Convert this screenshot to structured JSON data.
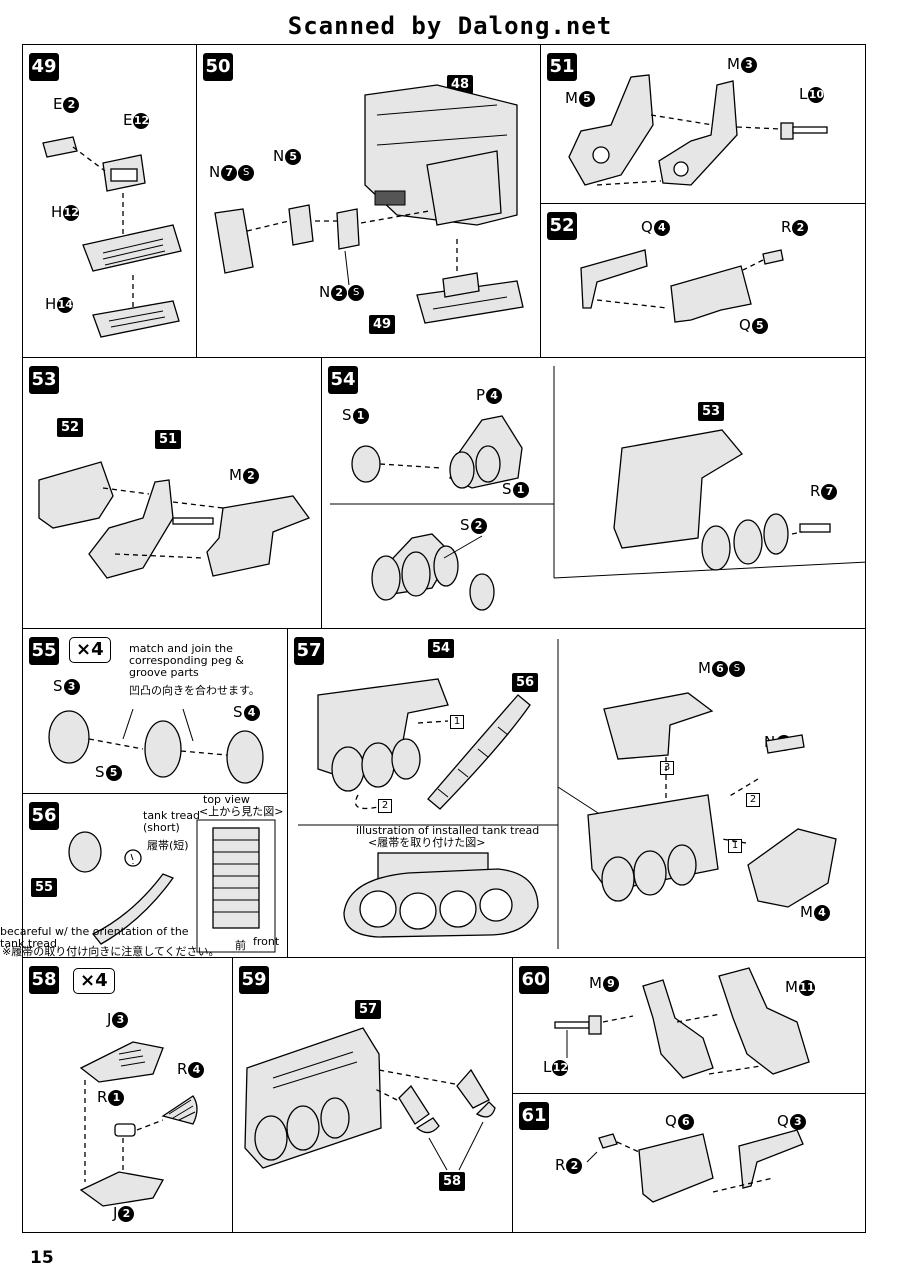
{
  "header": "Scanned by Dalong.net",
  "page_number": "15",
  "steps": {
    "s49": {
      "num": "49",
      "labels": [
        [
          "E",
          "2"
        ],
        [
          "E",
          "12"
        ],
        [
          "H",
          "12"
        ],
        [
          "H",
          "14"
        ]
      ]
    },
    "s50": {
      "num": "50",
      "ref48": "48",
      "ref49": "49",
      "labels": [
        [
          "N",
          "7"
        ],
        [
          "N",
          "5"
        ],
        [
          "N",
          "2"
        ]
      ]
    },
    "s51": {
      "num": "51",
      "labels": [
        [
          "M",
          "5"
        ],
        [
          "M",
          "3"
        ],
        [
          "L",
          "10"
        ]
      ]
    },
    "s52": {
      "num": "52",
      "labels": [
        [
          "Q",
          "4"
        ],
        [
          "R",
          "2"
        ],
        [
          "Q",
          "5"
        ]
      ]
    },
    "s53": {
      "num": "53",
      "ref52": "52",
      "ref51": "51",
      "labels": [
        [
          "M",
          "2"
        ]
      ]
    },
    "s54": {
      "num": "54",
      "ref53": "53",
      "labels": [
        [
          "S",
          "1"
        ],
        [
          "P",
          "4"
        ],
        [
          "S",
          "1"
        ],
        [
          "S",
          "2"
        ],
        [
          "R",
          "7"
        ]
      ]
    },
    "s55": {
      "num": "55",
      "times": "×4",
      "note_en": "match and join the corresponding peg & groove parts",
      "note_jp": "凹凸の向きを合わせます。",
      "labels": [
        [
          "S",
          "3"
        ],
        [
          "S",
          "4"
        ],
        [
          "S",
          "5"
        ]
      ]
    },
    "s56": {
      "num": "56",
      "ref55": "55",
      "tread_en": "tank tread (short)",
      "tread_jp": "履帯(短)",
      "topview_en": "top view",
      "topview_jp": "<上から見た図>",
      "front_jp": "前",
      "front_en": "front",
      "warn_en": "becareful w/ the orientation of the tank tread",
      "warn_jp": "※履帯の取り付け向きに注意してください。"
    },
    "s57": {
      "num": "57",
      "ref54": "54",
      "ref56": "56",
      "illus_en": "illustration of installed tank tread",
      "illus_jp": "<履帯を取り付けた図>",
      "labels": [
        [
          "M",
          "6"
        ],
        [
          "N",
          "1"
        ],
        [
          "M",
          "4"
        ]
      ],
      "seq": [
        "1",
        "2",
        "3",
        "2",
        "1"
      ]
    },
    "s58": {
      "num": "58",
      "times": "×4",
      "labels": [
        [
          "J",
          "3"
        ],
        [
          "R",
          "4"
        ],
        [
          "R",
          "1"
        ],
        [
          "J",
          "2"
        ]
      ]
    },
    "s59": {
      "num": "59",
      "ref57": "57",
      "ref58": "58"
    },
    "s60": {
      "num": "60",
      "labels": [
        [
          "M",
          "9"
        ],
        [
          "M",
          "11"
        ],
        [
          "L",
          "12"
        ]
      ]
    },
    "s61": {
      "num": "61",
      "labels": [
        [
          "Q",
          "6"
        ],
        [
          "Q",
          "3"
        ],
        [
          "R",
          "2"
        ]
      ]
    }
  }
}
